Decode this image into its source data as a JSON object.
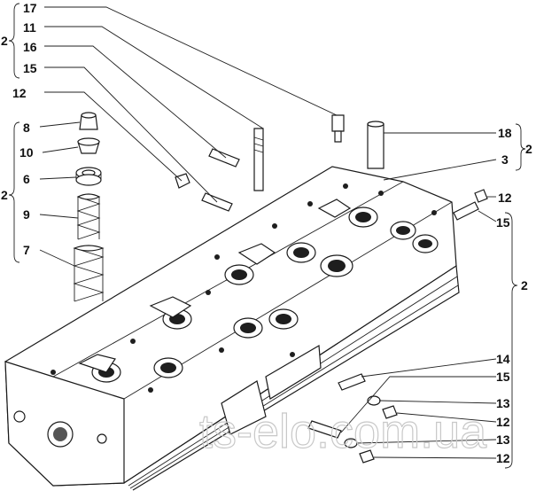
{
  "labels": {
    "p17": "17",
    "p11": "11",
    "p16": "16",
    "p15a": "15",
    "p12a": "12",
    "p2top": "2",
    "p8": "8",
    "p10": "10",
    "p6": "6",
    "p9": "9",
    "p7": "7",
    "p2left": "2",
    "p18": "18",
    "p2r1": "2",
    "p3": "3",
    "p12b": "12",
    "p15b": "15",
    "p2r2": "2",
    "p14": "14",
    "p15c": "15",
    "p13a": "13",
    "p12c": "12",
    "p13b": "13",
    "p12d": "12"
  },
  "watermark": "ts-elo.com.ua",
  "colors": {
    "ink": "#1a1a1a",
    "paper": "#ffffff",
    "watermark": "#c8c8c8"
  }
}
